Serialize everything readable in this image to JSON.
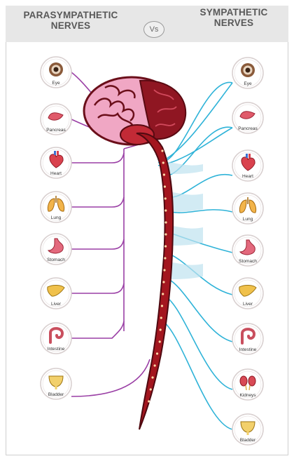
{
  "header": {
    "left_title_line1": "PARASYMPATHETIC",
    "left_title_line2": "NERVES",
    "vs": "Vs",
    "right_title_line1": "SYMPATHETIC",
    "right_title_line2": "NERVES"
  },
  "colors": {
    "parasympathetic": "#9a3fa5",
    "sympathetic": "#2fb3d8",
    "brain": "#f0a7c4",
    "brainstem": "#a3161f",
    "header_bg": "#e7e7e7"
  },
  "left_organs": [
    {
      "label": "Eye",
      "icon": "eye-icon"
    },
    {
      "label": "Pancreas",
      "icon": "pancreas-icon"
    },
    {
      "label": "Heart",
      "icon": "heart-icon"
    },
    {
      "label": "Lung",
      "icon": "lungs-icon"
    },
    {
      "label": "Stomach",
      "icon": "stomach-icon"
    },
    {
      "label": "Liver",
      "icon": "liver-icon"
    },
    {
      "label": "Intestine",
      "icon": "intestine-icon"
    },
    {
      "label": "Bladder",
      "icon": "bladder-icon"
    }
  ],
  "right_organs": [
    {
      "label": "Eye",
      "icon": "eye-icon"
    },
    {
      "label": "Pancreas",
      "icon": "pancreas-icon"
    },
    {
      "label": "Heart",
      "icon": "heart-icon"
    },
    {
      "label": "Lung",
      "icon": "lungs-icon"
    },
    {
      "label": "Stomach",
      "icon": "stomach-icon"
    },
    {
      "label": "Liver",
      "icon": "liver-icon"
    },
    {
      "label": "Intestine",
      "icon": "intestine-icon"
    },
    {
      "label": "Kidneys",
      "icon": "kidneys-icon"
    },
    {
      "label": "Bladder",
      "icon": "bladder-icon"
    }
  ]
}
